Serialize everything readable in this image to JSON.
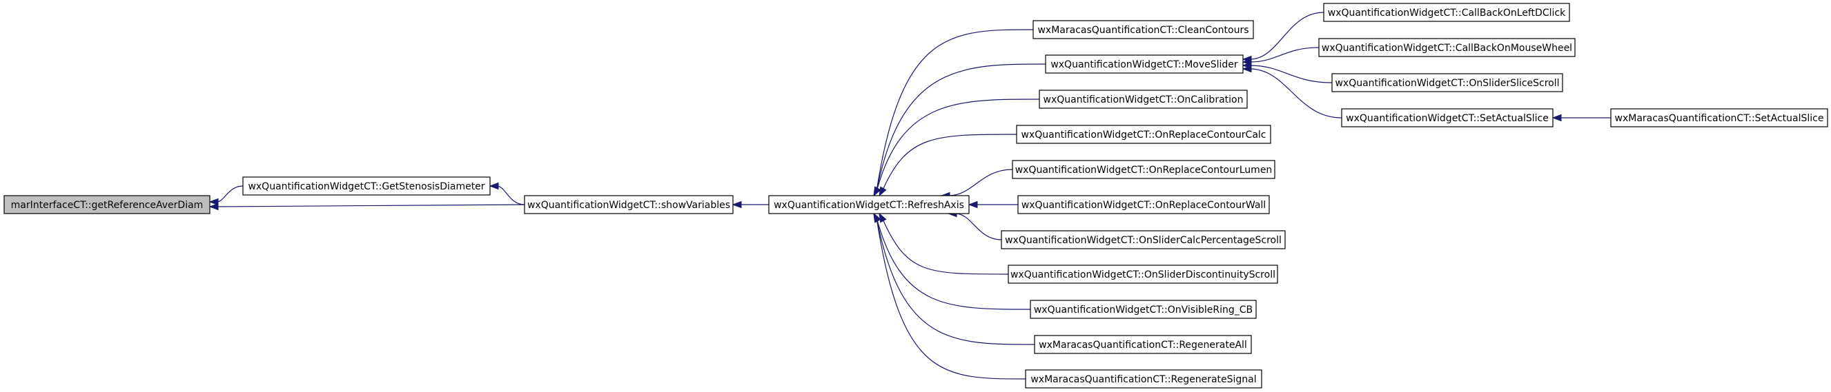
{
  "colors": {
    "edge": "#191970",
    "node_fill": "#ffffff",
    "highlight_fill": "#bfbfbf",
    "border": "#000000"
  },
  "nodes": [
    {
      "id": "n0",
      "label": "marInterfaceCT::getReferenceAverDiam",
      "highlighted": true
    },
    {
      "id": "n1",
      "label": "wxQuantificationWidgetCT::GetStenosisDiameter"
    },
    {
      "id": "n2",
      "label": "wxQuantificationWidgetCT::showVariables"
    },
    {
      "id": "n3",
      "label": "wxQuantificationWidgetCT::RefreshAxis"
    },
    {
      "id": "n4",
      "label": "wxMaracasQuantificationCT::CleanContours"
    },
    {
      "id": "n5",
      "label": "wxQuantificationWidgetCT::MoveSlider"
    },
    {
      "id": "n6",
      "label": "wxQuantificationWidgetCT::OnCalibration"
    },
    {
      "id": "n7",
      "label": "wxQuantificationWidgetCT::OnReplaceContourCalc"
    },
    {
      "id": "n8",
      "label": "wxQuantificationWidgetCT::OnReplaceContourLumen"
    },
    {
      "id": "n9",
      "label": "wxQuantificationWidgetCT::OnReplaceContourWall"
    },
    {
      "id": "n10",
      "label": "wxQuantificationWidgetCT::OnSliderCalcPercentageScroll"
    },
    {
      "id": "n11",
      "label": "wxQuantificationWidgetCT::OnSliderDiscontinuityScroll"
    },
    {
      "id": "n12",
      "label": "wxQuantificationWidgetCT::OnVisibleRing_CB"
    },
    {
      "id": "n13",
      "label": "wxMaracasQuantificationCT::RegenerateAll"
    },
    {
      "id": "n14",
      "label": "wxMaracasQuantificationCT::RegenerateSignal"
    },
    {
      "id": "n15",
      "label": "wxQuantificationWidgetCT::CallBackOnLeftDClick"
    },
    {
      "id": "n16",
      "label": "wxQuantificationWidgetCT::CallBackOnMouseWheel"
    },
    {
      "id": "n17",
      "label": "wxQuantificationWidgetCT::OnSliderSliceScroll"
    },
    {
      "id": "n18",
      "label": "wxQuantificationWidgetCT::SetActualSlice"
    },
    {
      "id": "n19",
      "label": "wxMaracasQuantificationCT::SetActualSlice"
    }
  ],
  "edges": [
    {
      "from": "n1",
      "to": "n0"
    },
    {
      "from": "n2",
      "to": "n0"
    },
    {
      "from": "n2",
      "to": "n1"
    },
    {
      "from": "n3",
      "to": "n2"
    },
    {
      "from": "n4",
      "to": "n3"
    },
    {
      "from": "n5",
      "to": "n3"
    },
    {
      "from": "n6",
      "to": "n3"
    },
    {
      "from": "n7",
      "to": "n3"
    },
    {
      "from": "n8",
      "to": "n3"
    },
    {
      "from": "n9",
      "to": "n3"
    },
    {
      "from": "n10",
      "to": "n3"
    },
    {
      "from": "n11",
      "to": "n3"
    },
    {
      "from": "n12",
      "to": "n3"
    },
    {
      "from": "n13",
      "to": "n3"
    },
    {
      "from": "n14",
      "to": "n3"
    },
    {
      "from": "n15",
      "to": "n5"
    },
    {
      "from": "n16",
      "to": "n5"
    },
    {
      "from": "n17",
      "to": "n5"
    },
    {
      "from": "n18",
      "to": "n5"
    },
    {
      "from": "n19",
      "to": "n18"
    }
  ]
}
